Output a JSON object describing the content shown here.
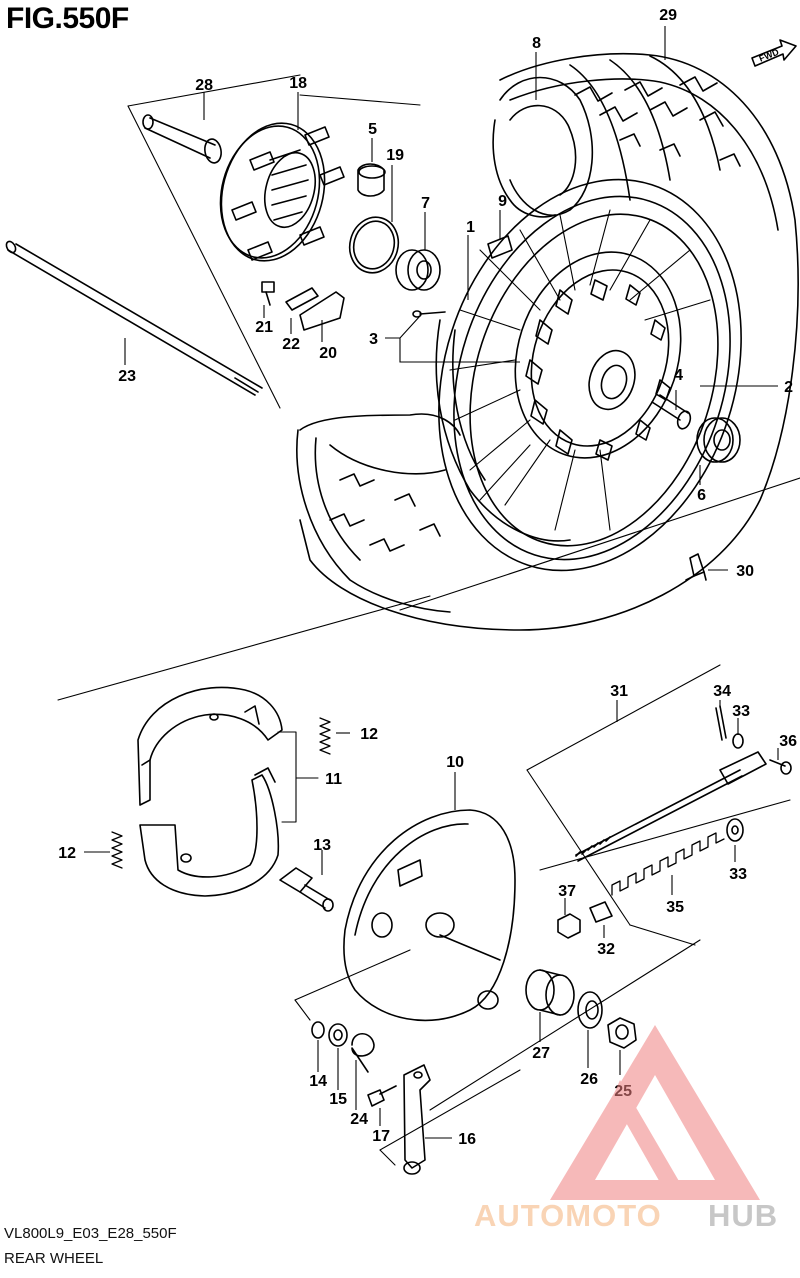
{
  "figure": {
    "title": "FIG.550F",
    "code": "VL800L9_E03_E28_550F",
    "name": "REAR WHEEL",
    "fwd_label": "FWD"
  },
  "watermark": {
    "brand_part1": "AUTOMOTO",
    "brand_part2": "HUB",
    "colors": {
      "auto": "#f5b27a",
      "hub": "#9a9a9a",
      "triangle": "#f08080"
    }
  },
  "callouts": [
    {
      "id": "c1",
      "label": "1"
    },
    {
      "id": "c2",
      "label": "2"
    },
    {
      "id": "c3",
      "label": "3"
    },
    {
      "id": "c4",
      "label": "4"
    },
    {
      "id": "c5",
      "label": "5"
    },
    {
      "id": "c6",
      "label": "6"
    },
    {
      "id": "c7",
      "label": "7"
    },
    {
      "id": "c8",
      "label": "8"
    },
    {
      "id": "c9",
      "label": "9"
    },
    {
      "id": "c10",
      "label": "10"
    },
    {
      "id": "c11",
      "label": "11"
    },
    {
      "id": "c12a",
      "label": "12"
    },
    {
      "id": "c12b",
      "label": "12"
    },
    {
      "id": "c13",
      "label": "13"
    },
    {
      "id": "c14",
      "label": "14"
    },
    {
      "id": "c15",
      "label": "15"
    },
    {
      "id": "c16",
      "label": "16"
    },
    {
      "id": "c17",
      "label": "17"
    },
    {
      "id": "c18",
      "label": "18"
    },
    {
      "id": "c19",
      "label": "19"
    },
    {
      "id": "c20",
      "label": "20"
    },
    {
      "id": "c21",
      "label": "21"
    },
    {
      "id": "c22",
      "label": "22"
    },
    {
      "id": "c23",
      "label": "23"
    },
    {
      "id": "c24",
      "label": "24"
    },
    {
      "id": "c25",
      "label": "25"
    },
    {
      "id": "c26",
      "label": "26"
    },
    {
      "id": "c27",
      "label": "27"
    },
    {
      "id": "c28",
      "label": "28"
    },
    {
      "id": "c29",
      "label": "29"
    },
    {
      "id": "c30",
      "label": "30"
    },
    {
      "id": "c31",
      "label": "31"
    },
    {
      "id": "c32",
      "label": "32"
    },
    {
      "id": "c33a",
      "label": "33"
    },
    {
      "id": "c33b",
      "label": "33"
    },
    {
      "id": "c34",
      "label": "34"
    },
    {
      "id": "c35",
      "label": "35"
    },
    {
      "id": "c36",
      "label": "36"
    },
    {
      "id": "c37",
      "label": "37"
    }
  ]
}
